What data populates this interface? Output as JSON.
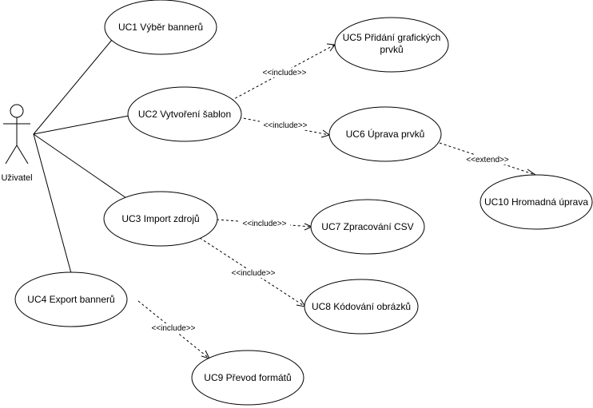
{
  "actor": {
    "name": "Uživatel"
  },
  "use_cases": [
    {
      "id": "uc1",
      "lines": [
        "UC1 Výběr bannerů"
      ]
    },
    {
      "id": "uc2",
      "lines": [
        "UC2 Vytvoření šablon"
      ]
    },
    {
      "id": "uc3",
      "lines": [
        "UC3 Import zdrojů"
      ]
    },
    {
      "id": "uc4",
      "lines": [
        "UC4 Export bannerů"
      ]
    },
    {
      "id": "uc5",
      "lines": [
        "UC5 Přidání grafických",
        "prvků"
      ]
    },
    {
      "id": "uc6",
      "lines": [
        "UC6 Úprava prvků"
      ]
    },
    {
      "id": "uc7",
      "lines": [
        "UC7 Zpracování CSV"
      ]
    },
    {
      "id": "uc8",
      "lines": [
        "UC8 Kódování obrázků"
      ]
    },
    {
      "id": "uc9",
      "lines": [
        "UC9 Převod formátů"
      ]
    },
    {
      "id": "uc10",
      "lines": [
        "UC10 Hromadná úprava"
      ]
    }
  ],
  "associations": [
    "uc1",
    "uc2",
    "uc3",
    "uc4"
  ],
  "relations": [
    {
      "from": "uc2",
      "to": "uc5",
      "label": "<<include>>"
    },
    {
      "from": "uc2",
      "to": "uc6",
      "label": "<<include>>"
    },
    {
      "from": "uc6",
      "to": "uc10",
      "label": "<<extend>>"
    },
    {
      "from": "uc3",
      "to": "uc7",
      "label": "<<include>>"
    },
    {
      "from": "uc3",
      "to": "uc8",
      "label": "<<include>>"
    },
    {
      "from": "uc4",
      "to": "uc9",
      "label": "<<include>>"
    }
  ]
}
